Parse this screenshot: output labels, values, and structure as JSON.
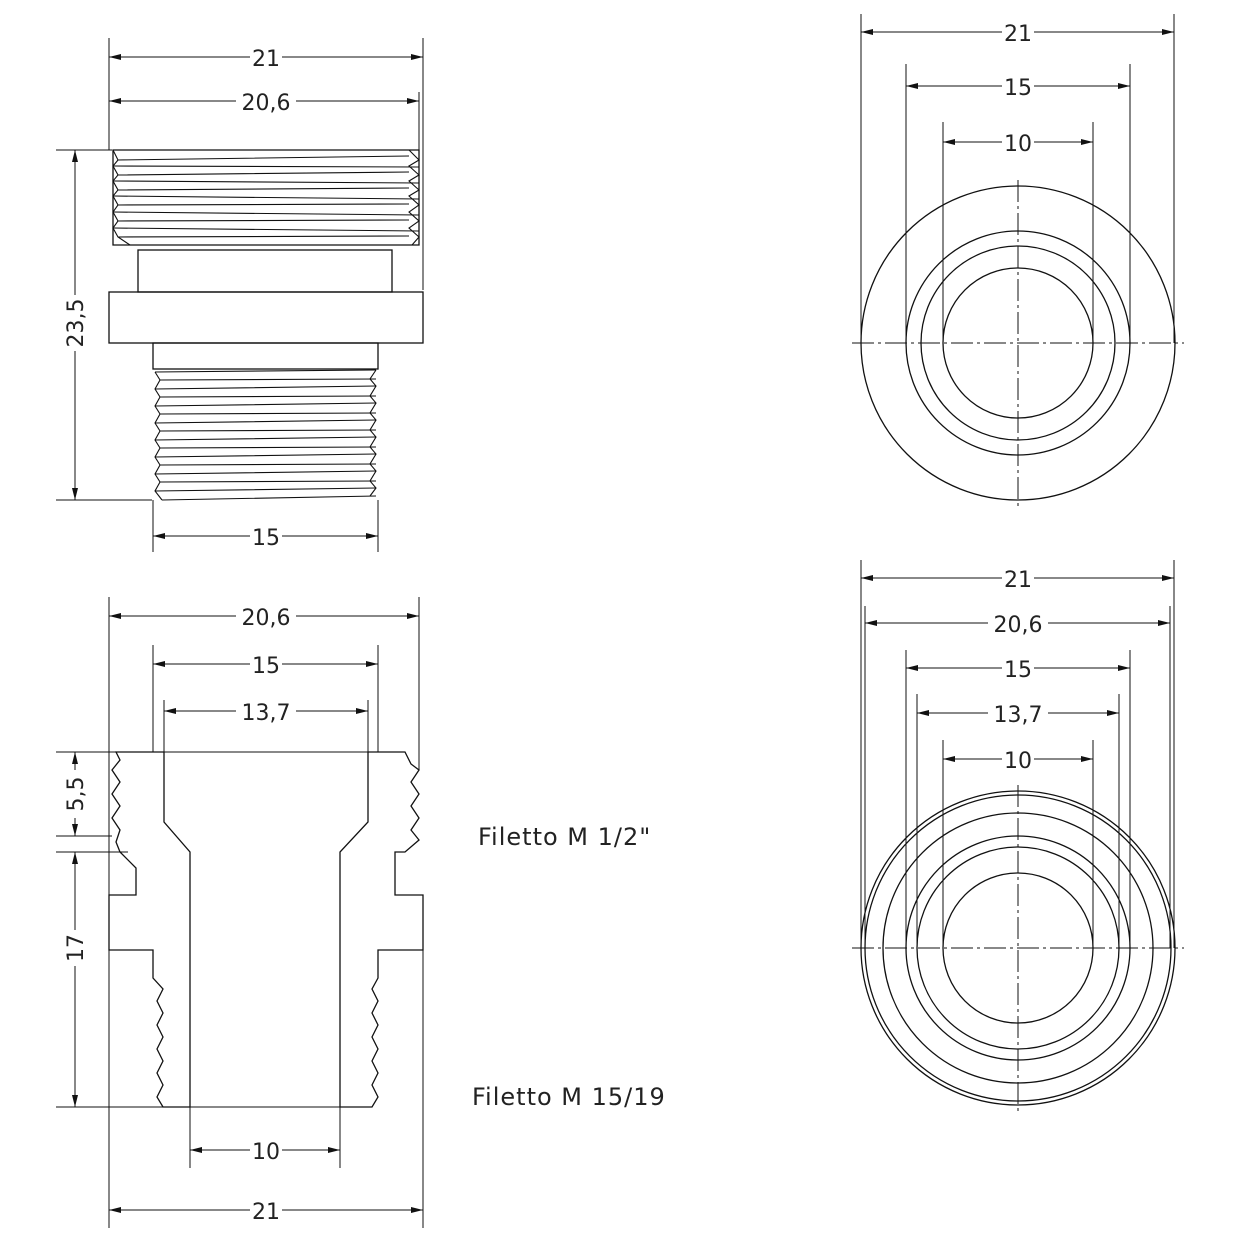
{
  "colors": {
    "ink": "#111111",
    "paper": "#ffffff"
  },
  "views": {
    "side": {
      "dim_top_outer": "21",
      "dim_top_thread": "20,6",
      "dim_height": "23,5",
      "dim_bottom_thread": "15"
    },
    "top_view": {
      "dim_outer": "21",
      "dim_mid": "15",
      "dim_inner": "10"
    },
    "section": {
      "dim_thread_outer": "20,6",
      "dim_mid": "15",
      "dim_inner_top": "13,7",
      "dim_upper_height": "5,5",
      "dim_lower_height": "17",
      "dim_bore": "10",
      "dim_overall": "21",
      "label_upper_thread": "Filetto M 1/2\"",
      "label_lower_thread": "Filetto M 15/19"
    },
    "bottom_view": {
      "dim_outer": "21",
      "dim_thread": "20,6",
      "dim_mid": "15",
      "dim_inner_top": "13,7",
      "dim_bore": "10"
    }
  }
}
